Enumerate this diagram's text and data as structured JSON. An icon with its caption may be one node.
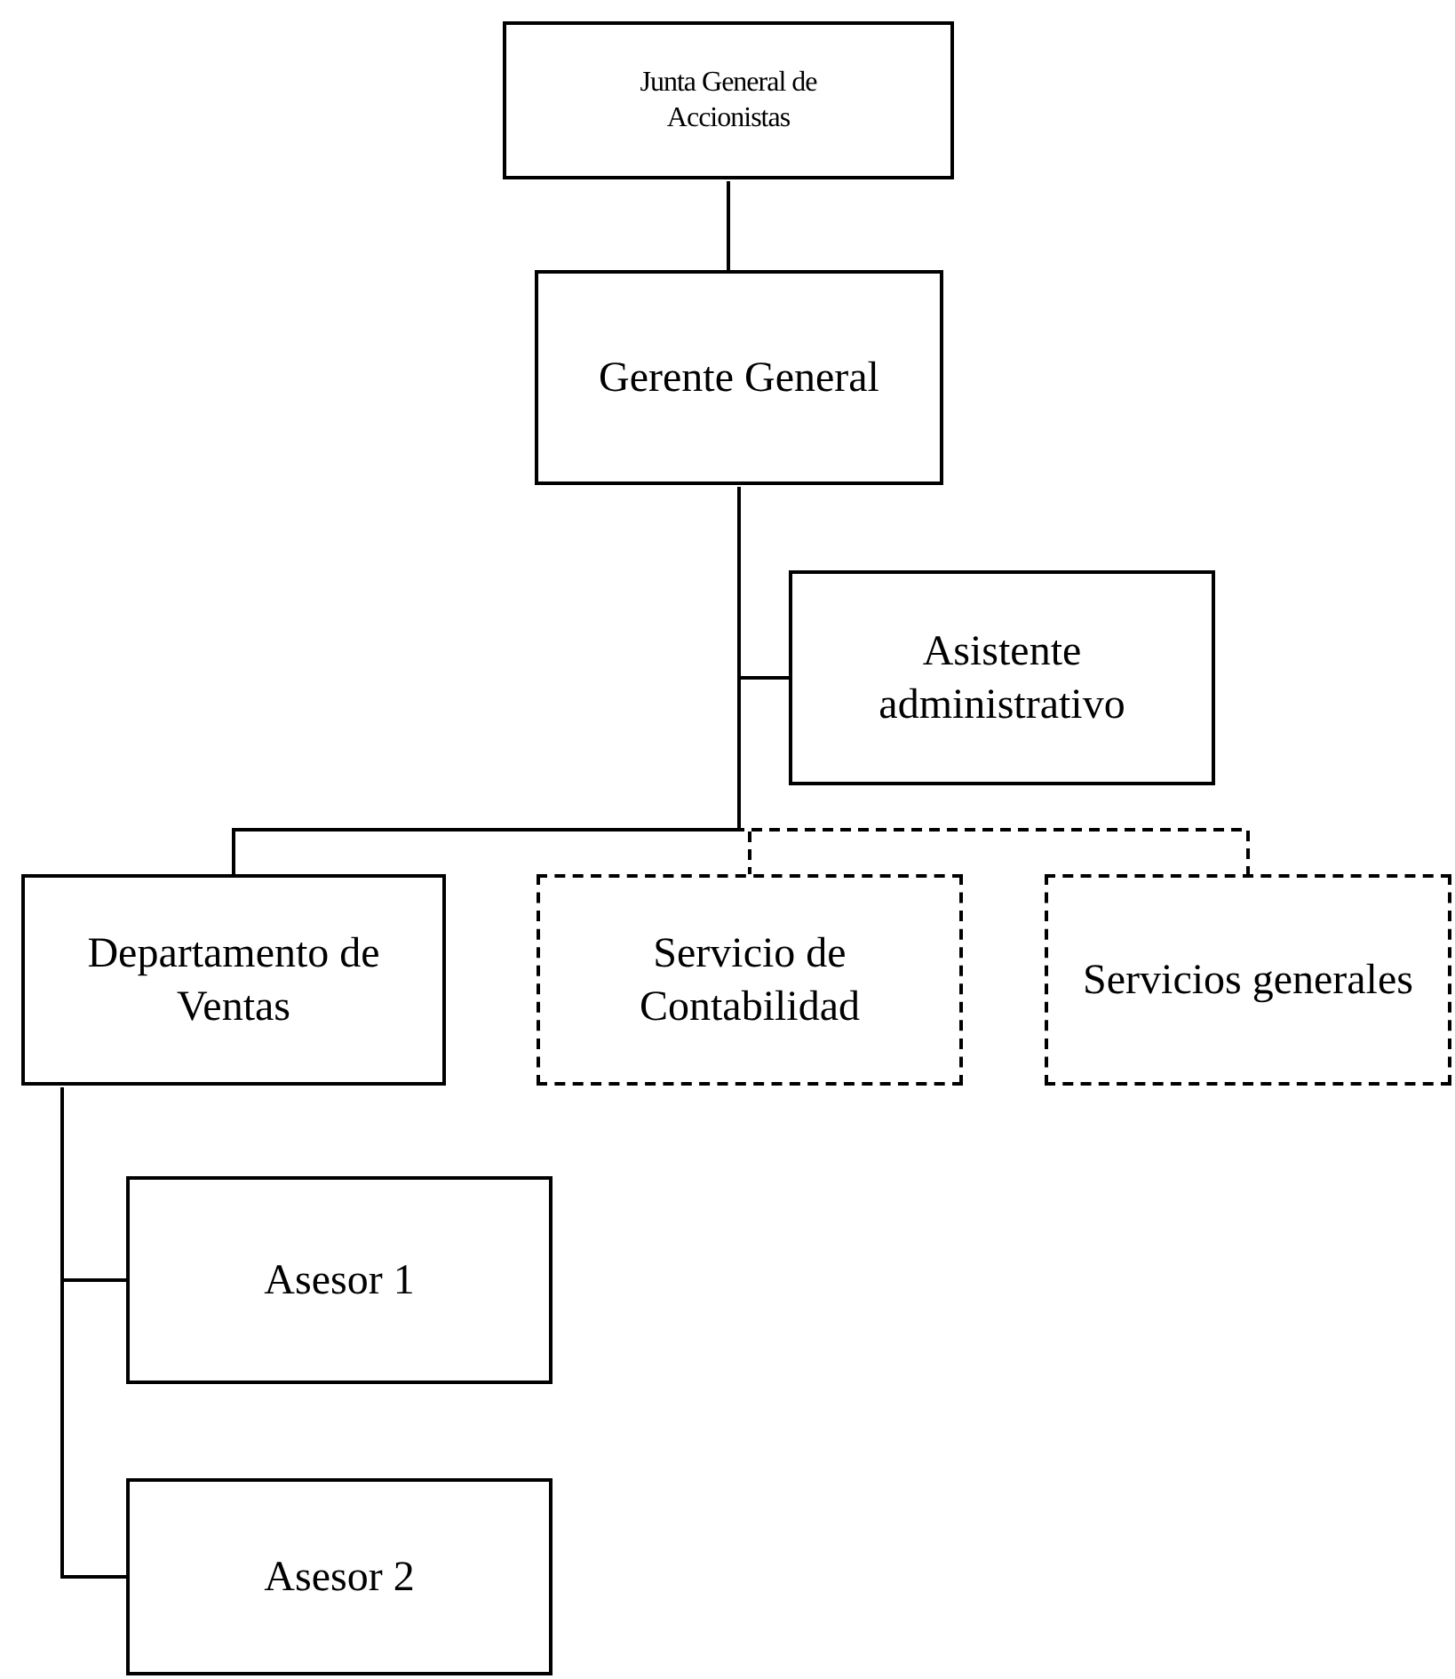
{
  "diagram": {
    "nodes": [
      {
        "text": [
          "Junta General de Accionistas"
        ]
      },
      {
        "text": [
          "Gerente General"
        ]
      },
      {
        "text": [
          "Asistente administrativo"
        ]
      },
      {
        "text": [
          "Departamento de Ventas"
        ]
      },
      {
        "text": [
          "Servicio de Contabilidad"
        ]
      },
      {
        "text": [
          "Servicios generales"
        ]
      },
      {
        "text": [
          "Asesor 1"
        ]
      },
      {
        "text": [
          "Asesor 2"
        ]
      }
    ],
    "edges": [
      {
        "from": 0,
        "to": 1,
        "arrow": "none"
      },
      {
        "from": 1,
        "to": 2,
        "arrow": "none"
      },
      {
        "from": 1,
        "to": 3,
        "arrow": "none"
      },
      {
        "from": 1,
        "to": 4,
        "arrow": "none",
        "style": "dashed"
      },
      {
        "from": 1,
        "to": 5,
        "arrow": "none",
        "style": "dashed"
      },
      {
        "from": 3,
        "to": 6,
        "arrow": "none"
      },
      {
        "from": 3,
        "to": 7,
        "arrow": "none"
      }
    ]
  }
}
